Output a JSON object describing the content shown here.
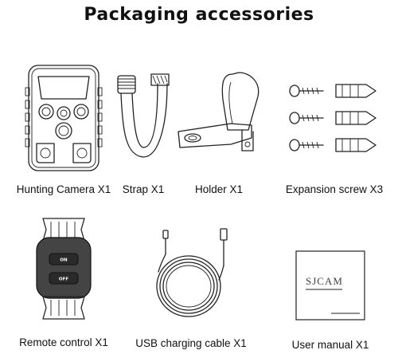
{
  "title": "Packaging accessories",
  "items": {
    "hunting_camera": "Hunting Camera X1",
    "strap": "Strap X1",
    "holder": "Holder X1",
    "expansion_screw": "Expansion screw X3",
    "remote_control": "Remote control X1",
    "usb_cable": "USB charging cable X1",
    "user_manual": "User manual X1"
  },
  "remote": {
    "on_label": "ON",
    "off_label": "OFF"
  },
  "manual": {
    "brand": "SJCAM"
  },
  "icons": [
    "camera-icon",
    "strap-icon",
    "holder-icon",
    "screw-icon",
    "remote-icon",
    "cable-icon",
    "manual-icon"
  ]
}
